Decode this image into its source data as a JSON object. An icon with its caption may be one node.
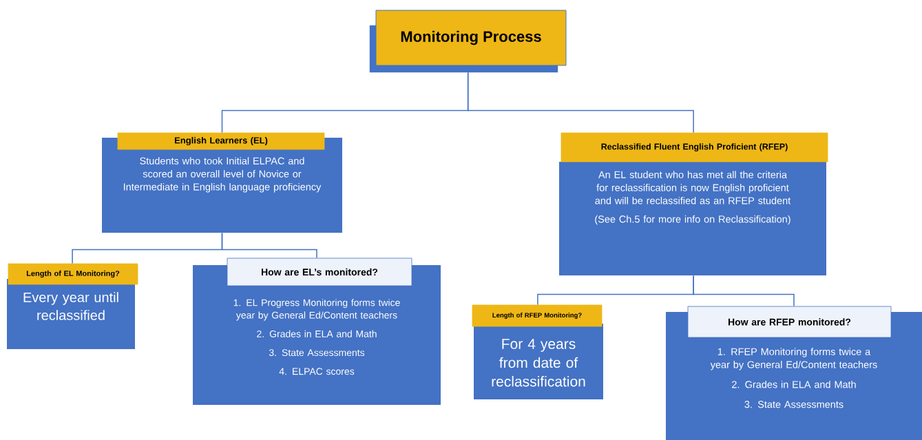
{
  "diagram": {
    "nodes": [
      {
        "text": [
          "Monitoring Process"
        ]
      },
      {
        "text": [
          "English Learners (EL)",
          "Students who took Initial ELPAC and scored an overall level of Novice or Intermediate in English language proficiency"
        ]
      },
      {
        "text": [
          "Reclassified Fluent English Proficient (RFEP)",
          "An EL student who has met all the criteria for reclassification is now English proficient and will be reclassified as an RFEP student",
          "(See Ch.5 for more info on Reclassification)"
        ]
      },
      {
        "text": [
          "Length of EL Monitoring?",
          "Every year until reclassified"
        ]
      },
      {
        "text": [
          "How are EL’s monitored?",
          "1. EL Progress Monitoring forms twice year by General Ed/Content teachers",
          "2. Grades in ELA and Math",
          "3. State Assessments",
          "4. ELPAC scores"
        ]
      },
      {
        "text": [
          "Length of RFEP Monitoring?",
          "For 4 years from date of reclassification"
        ]
      },
      {
        "text": [
          "How are RFEP monitored?",
          "1. RFEP Monitoring forms twice a year by General Ed/Content teachers",
          "2. Grades in ELA and Math",
          "3. State Assessments"
        ]
      }
    ],
    "edges": [
      {
        "from": 0,
        "to": 1,
        "arrow": "none"
      },
      {
        "from": 0,
        "to": 2,
        "arrow": "none"
      },
      {
        "from": 1,
        "to": 3,
        "arrow": "none"
      },
      {
        "from": 1,
        "to": 4,
        "arrow": "none"
      },
      {
        "from": 2,
        "to": 5,
        "arrow": "none"
      },
      {
        "from": 2,
        "to": 6,
        "arrow": "none"
      }
    ]
  }
}
